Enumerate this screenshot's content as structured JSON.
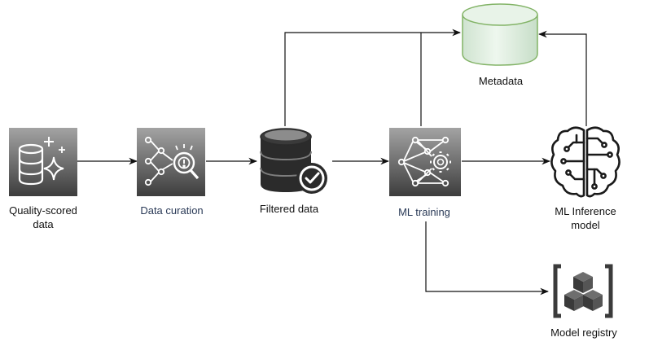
{
  "nodes": {
    "quality_scored": {
      "line1": "Quality-scored",
      "line2": "data",
      "icon": "database-sparkle-icon"
    },
    "data_curation": {
      "label": "Data curation",
      "icon": "neural-network-inspect-icon"
    },
    "filtered_data": {
      "label": "Filtered data",
      "icon": "database-check-icon"
    },
    "ml_training": {
      "label": "ML training",
      "icon": "neural-network-gear-icon"
    },
    "ml_inference": {
      "line1": "ML Inference",
      "line2": "model",
      "icon": "brain-circuit-icon"
    },
    "metadata": {
      "label": "Metadata",
      "icon": "cylinder-store-icon"
    },
    "model_registry": {
      "label": "Model registry",
      "icon": "cubes-bracket-icon"
    }
  },
  "colors": {
    "label_dark": "#111111",
    "label_navy": "#2a3a57",
    "tile_top": "#9b9b9b",
    "tile_bottom": "#3f3f3f",
    "cylinder_fill": "#dfeee0",
    "cylinder_stroke": "#82b366",
    "connector": "#111111"
  }
}
